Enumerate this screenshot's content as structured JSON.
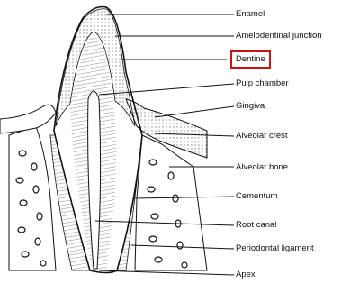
{
  "labels": {
    "enamel": "Enamel",
    "amelodentinal": "Amelodentinal junction",
    "dentine": "Dentine",
    "pulp": "Pulp chamber",
    "gingiva": "Gingiva",
    "crest": "Alveolar crest",
    "bone": "Alveolar bone",
    "cementum": "Cementum",
    "canal": "Root canal",
    "ligament": "Periodontal ligament",
    "apex": "Apex"
  },
  "highlight": {
    "label": "dentine",
    "color": "#c81414"
  }
}
